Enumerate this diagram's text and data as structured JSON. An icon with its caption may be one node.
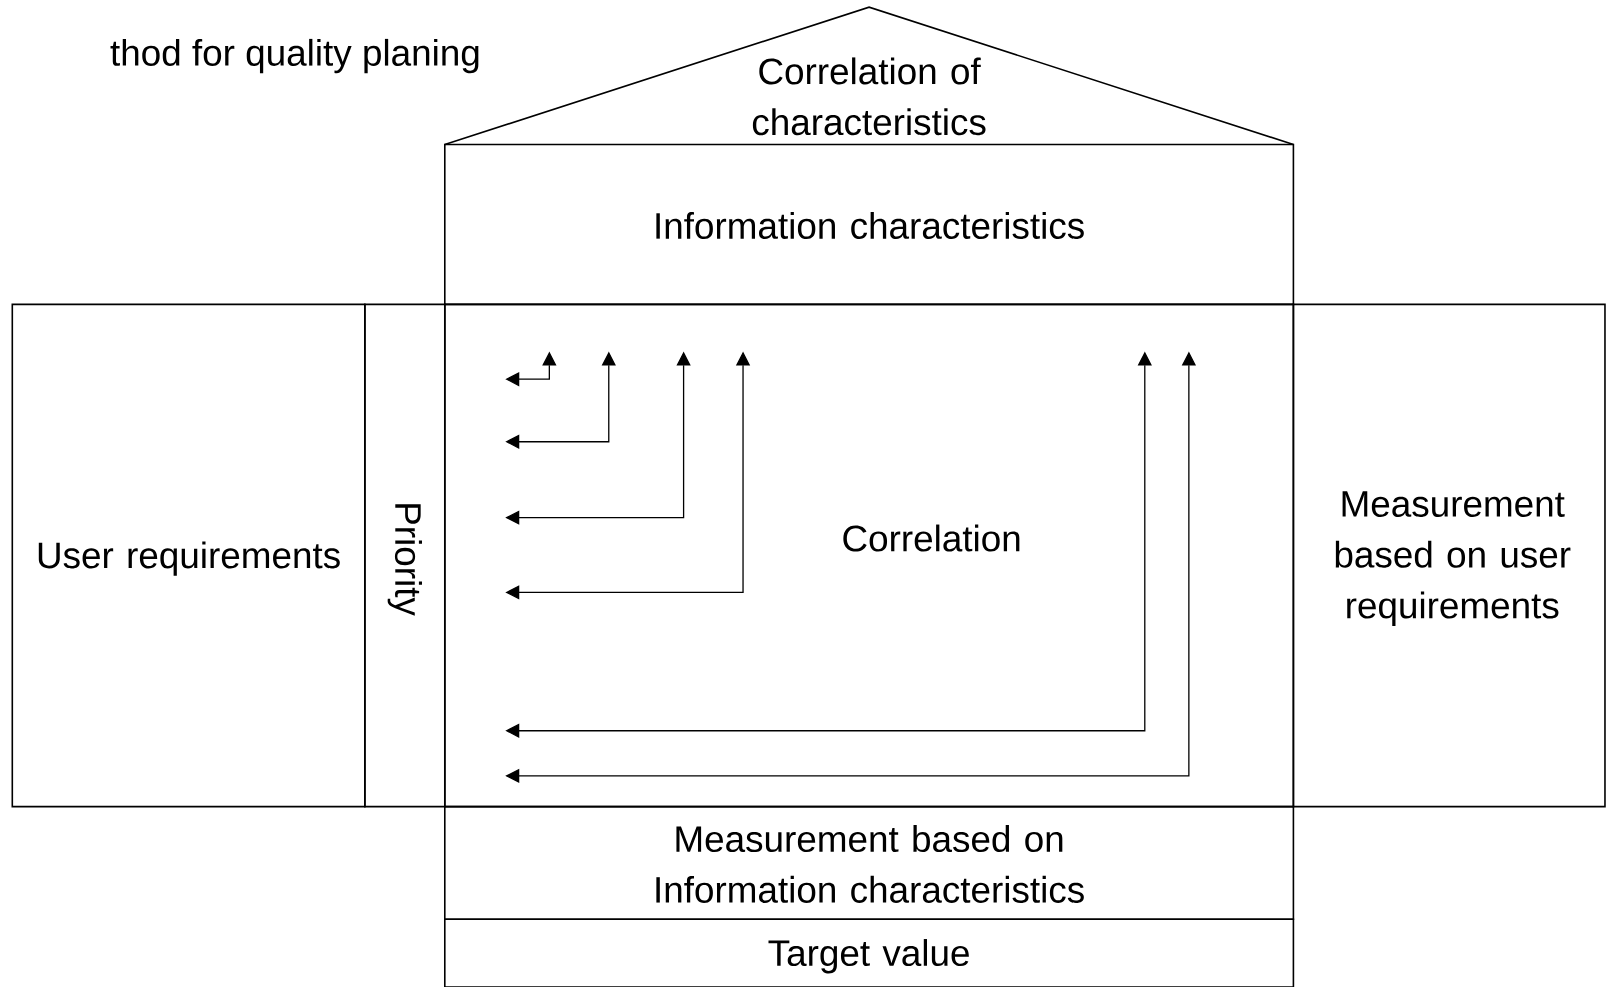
{
  "diagram": {
    "nodes": [
      {
        "text": [
          "Correlation of characteristics"
        ]
      },
      {
        "text": [
          "Information characteristics"
        ]
      },
      {
        "text": [
          "User requirements"
        ]
      },
      {
        "text": [
          "Priority"
        ]
      },
      {
        "text": [
          "Correlation"
        ]
      },
      {
        "text": [
          "Measurement based on user requirements"
        ]
      },
      {
        "text": [
          "Measurement based on Information characteristics"
        ]
      },
      {
        "text": [
          "Target value"
        ]
      }
    ],
    "labels": [
      "thod for quality planing"
    ]
  }
}
